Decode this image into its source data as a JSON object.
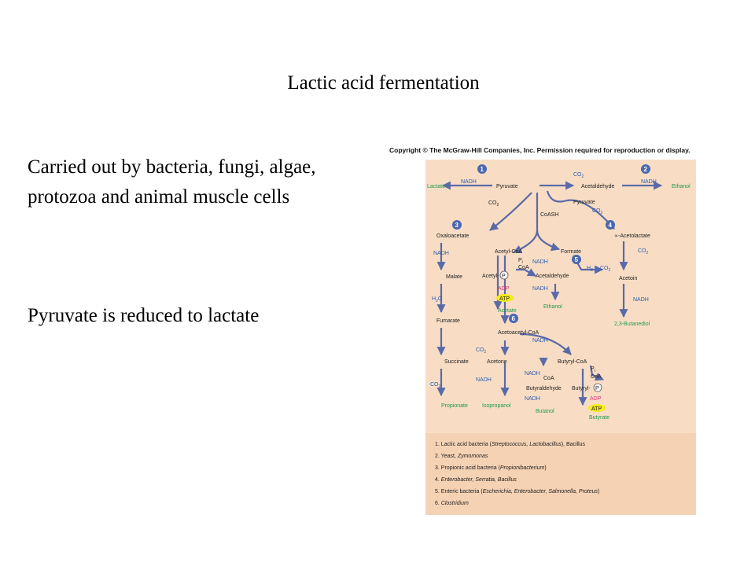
{
  "slide": {
    "title": "Lactic acid fermentation",
    "bullets": [
      "Carried out by bacteria, fungi, algae, protozoa and animal muscle cells",
      "Pyruvate is reduced to lactate"
    ]
  },
  "figure": {
    "copyright": "Copyright © The McGraw-Hill Companies, Inc. Permission required for reproduction or display.",
    "colors": {
      "panel": "#f8ddc4",
      "legend": "#f6d2b4",
      "arrow": "#5a6aa8",
      "circle": "#4a68b0",
      "product": "#1f9a4a",
      "cofactor": "#2c5bb3",
      "atp_highlight": "#f4ea1c"
    },
    "nodes": {
      "pyruvate": "Pyruvate",
      "lactate": "Lactate",
      "acetaldehyde": "Acetaldehyde",
      "ethanol_top": "Ethanol",
      "oxaloacetate": "Oxaloacetate",
      "coash": "CoASH",
      "pyruvate2": "Pyruvate",
      "acetolactate": "∝-Acetolactate",
      "acetyl_coa": "Acetyl-CoA",
      "formate": "Formate",
      "malate": "Malate",
      "acetyl_p": "Acetyl-",
      "acetaldehyde2": "Acetaldehyde",
      "acetoin": "Acetoin",
      "fumarate": "Fumarate",
      "acetate": "Acetate",
      "ethanol2": "Ethanol",
      "butanediol": "2,3-Butanediol",
      "acetoacetyl_coa": "Acetoacetyl-CoA",
      "succinate": "Succinate",
      "acetone": "Acetone",
      "butyryl_coa": "Butyryl-CoA",
      "butyraldehyde": "Butyraldehyde",
      "butyryl_p": "Butyryl-",
      "propionate": "Propionate",
      "isopropanol": "Isopropanol",
      "butanol": "Butanol",
      "butyrate": "Butyrate"
    },
    "cofactors": {
      "nadh": "NADH",
      "co2": "CO",
      "co2_sub": "2",
      "h2": "H",
      "h2_sub": "2",
      "h2o": "H",
      "h2o_mid": "2",
      "h2o_end": "O",
      "pi": "P",
      "pi_sub": "i",
      "coa": "CoA",
      "adp": "ADP",
      "atp": "ATP",
      "p": "P"
    },
    "pathway_numbers": [
      "1",
      "2",
      "3",
      "4",
      "5",
      "6"
    ],
    "legend": [
      {
        "num": "1.",
        "text": "Lactic acid bacteria (",
        "italic": "Streptococcus, Lactobacillus",
        "tail": "), Bacillus"
      },
      {
        "num": "2.",
        "text": "Yeast, ",
        "italic": "Zymomonas",
        "tail": ""
      },
      {
        "num": "3.",
        "text": "Propionic acid bacteria (",
        "italic": "Propionibacterium",
        "tail": ")"
      },
      {
        "num": "4.",
        "text": "",
        "italic": "Enterobacter, Serratia, Bacillus",
        "tail": ""
      },
      {
        "num": "5.",
        "text": "Enteric bacteria (",
        "italic": "Escherichia, Enterobacter, Salmonella, Proteus",
        "tail": ")"
      },
      {
        "num": "6.",
        "text": "",
        "italic": "Clostridium",
        "tail": ""
      }
    ]
  }
}
